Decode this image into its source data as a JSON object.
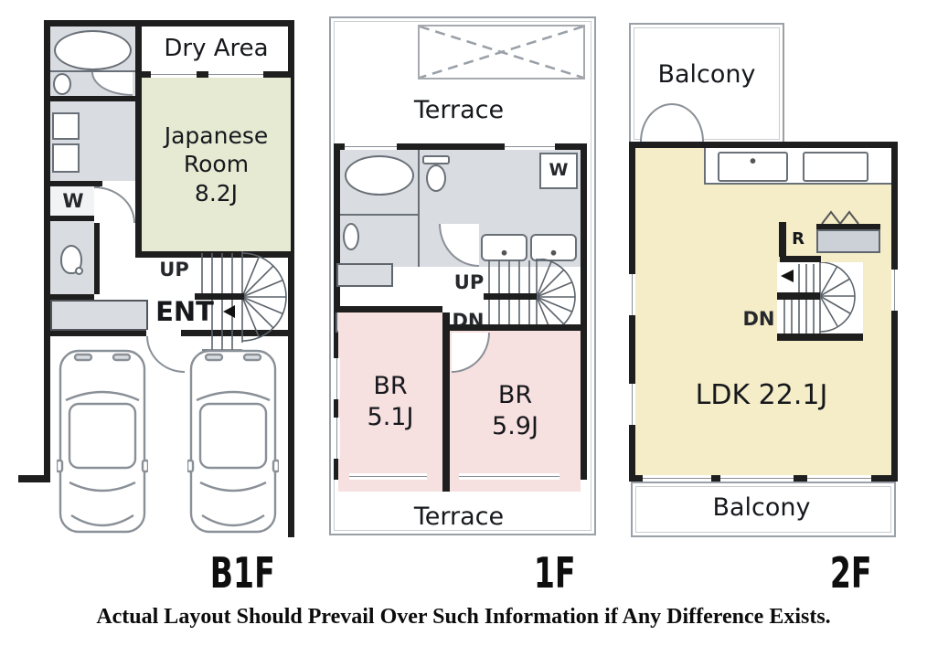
{
  "disclaimer": "Actual Layout Should Prevail Over Such Information if Any Difference Exists.",
  "floors": {
    "b1f": {
      "name": "B1F",
      "labels": {
        "dry_area": "Dry Area",
        "japanese_room": "Japanese Room",
        "japanese_room_size": "8.2J",
        "washer": "W",
        "up": "UP",
        "entrance": "ENT"
      }
    },
    "f1": {
      "name": "1F",
      "labels": {
        "terrace_top": "Terrace",
        "terrace_bottom": "Terrace",
        "washer": "W",
        "up": "UP",
        "down": "DN",
        "bedroom1": "BR",
        "bedroom1_size": "5.1J",
        "bedroom2": "BR",
        "bedroom2_size": "5.9J"
      }
    },
    "f2": {
      "name": "2F",
      "labels": {
        "balcony_top": "Balcony",
        "balcony_bottom": "Balcony",
        "refrigerator": "R",
        "down": "DN",
        "ldk": "LDK 22.1J"
      }
    }
  },
  "colors": {
    "wall": "#1e1e1e",
    "wet_area": "#d9dce1",
    "japanese_room": "#e6ead3",
    "bedroom": "#f6e0e0",
    "ldk": "#f5edc8",
    "boundary_line": "#9aa0a8"
  }
}
